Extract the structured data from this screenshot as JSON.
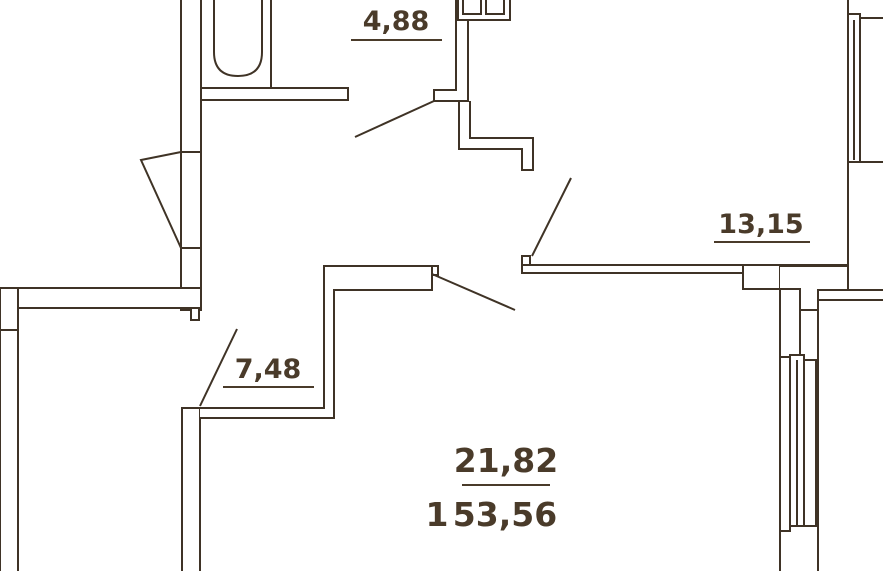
{
  "floor_plan": {
    "rooms": [
      {
        "id": "bathroom",
        "area": "4,88"
      },
      {
        "id": "kitchen",
        "area": "13,15"
      },
      {
        "id": "hallway",
        "area": "7,48"
      },
      {
        "id": "living-room",
        "area": "21,82"
      }
    ],
    "apartment": {
      "rooms_count": "1",
      "total_area": "53,56"
    },
    "colors": {
      "wall_stroke": "#3f3326",
      "label": "#4a3b2a",
      "background": "#ffffff"
    }
  }
}
